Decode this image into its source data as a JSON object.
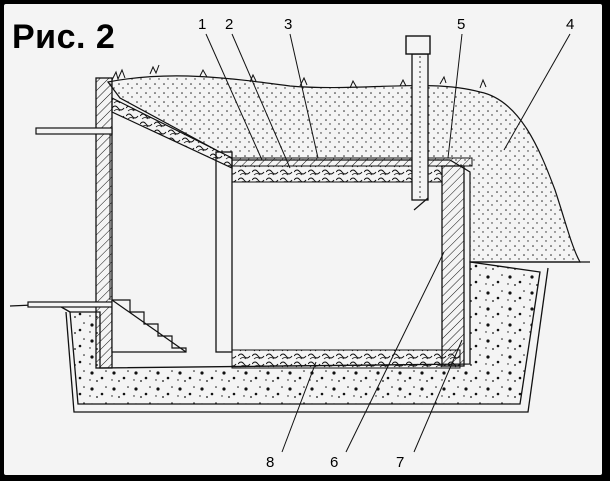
{
  "title": "Рис. 2",
  "callouts": [
    {
      "id": "1",
      "label": "1"
    },
    {
      "id": "2",
      "label": "2"
    },
    {
      "id": "3",
      "label": "3"
    },
    {
      "id": "4",
      "label": "4"
    },
    {
      "id": "5",
      "label": "5"
    },
    {
      "id": "6",
      "label": "6"
    },
    {
      "id": "7",
      "label": "7"
    },
    {
      "id": "8",
      "label": "8"
    }
  ]
}
